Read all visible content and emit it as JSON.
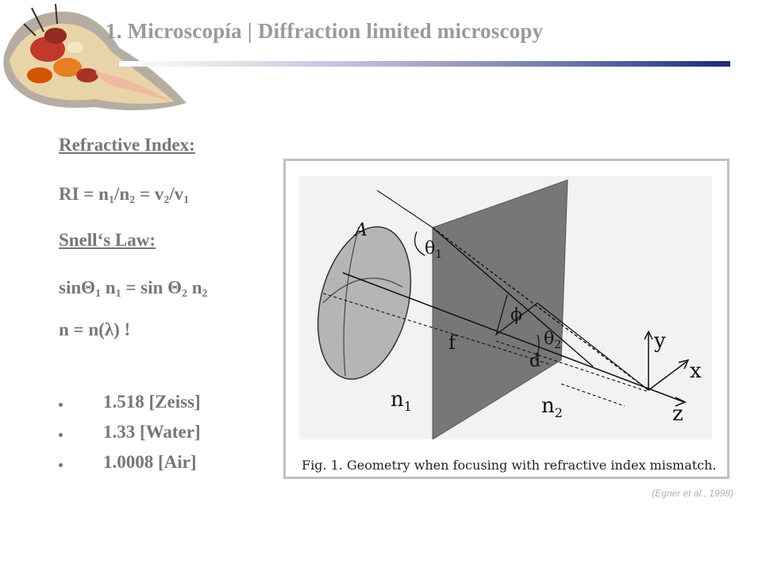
{
  "header": {
    "title": "1.  Microscopía |  Diffraction limited microscopy"
  },
  "content": {
    "refractive_heading": "Refractive Index:",
    "ri_formula": {
      "prefix": "RI = n",
      "s1": "1",
      "mid1": "/n",
      "s2": "2",
      "mid2": " = v",
      "s3": "2",
      "mid3": "/v",
      "s4": "1"
    },
    "snell_heading": "Snell‘s Law:",
    "snell_formula": {
      "a": "sinΘ",
      "s1": "1",
      "b": " n",
      "s2": "1",
      "c": " = sin Θ",
      "s3": "2",
      "d": " n",
      "s4": "2"
    },
    "n_lambda": "n = n(λ) !",
    "bullets": [
      "1.518 [Zeiss]",
      "1.33 [Water]",
      "1.0008 [Air]"
    ]
  },
  "figure": {
    "caption": "Fig. 1. Geometry when focusing with refractive index mismatch.",
    "labels": {
      "A": "A",
      "theta1": "θ",
      "theta1_sub": "1",
      "phi": "ϕ",
      "theta2": "θ",
      "theta2_sub": "2",
      "f": "f",
      "d": "d",
      "n1": "n",
      "n1_sub": "1",
      "n2": "n",
      "n2_sub": "2",
      "x": "x",
      "y": "y",
      "z": "z"
    },
    "credit": "(Egner et al., 1998)"
  }
}
